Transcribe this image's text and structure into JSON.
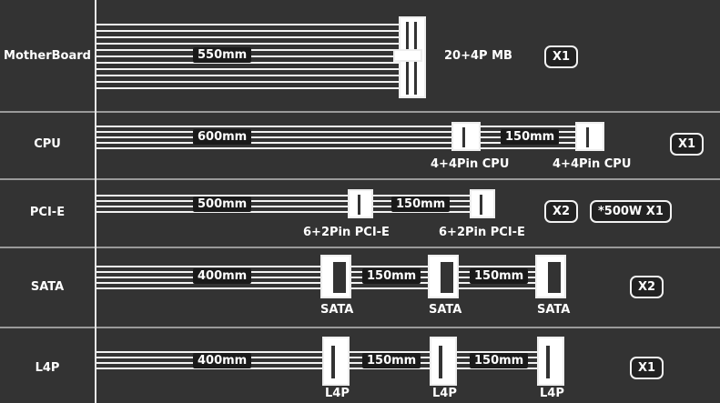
{
  "rows": [
    {
      "label": "MotherBoard",
      "length": "550mm",
      "connector": "20+4P MB",
      "qty": "X1"
    },
    {
      "label": "CPU",
      "lengths": [
        "600mm",
        "150mm"
      ],
      "connectors": [
        "4+4Pin CPU",
        "4+4Pin CPU"
      ],
      "qty": "X1"
    },
    {
      "label": "PCI-E",
      "lengths": [
        "500mm",
        "150mm"
      ],
      "connectors": [
        "6+2Pin PCI-E",
        "6+2Pin PCI-E"
      ],
      "qty": "X2",
      "note": "*500W X1"
    },
    {
      "label": "SATA",
      "lengths": [
        "400mm",
        "150mm",
        "150mm"
      ],
      "connectors": [
        "SATA",
        "SATA",
        "SATA"
      ],
      "qty": "X2"
    },
    {
      "label": "L4P",
      "lengths": [
        "400mm",
        "150mm",
        "150mm"
      ],
      "connectors": [
        "L4P",
        "L4P",
        "L4P"
      ],
      "qty": "X1"
    }
  ]
}
